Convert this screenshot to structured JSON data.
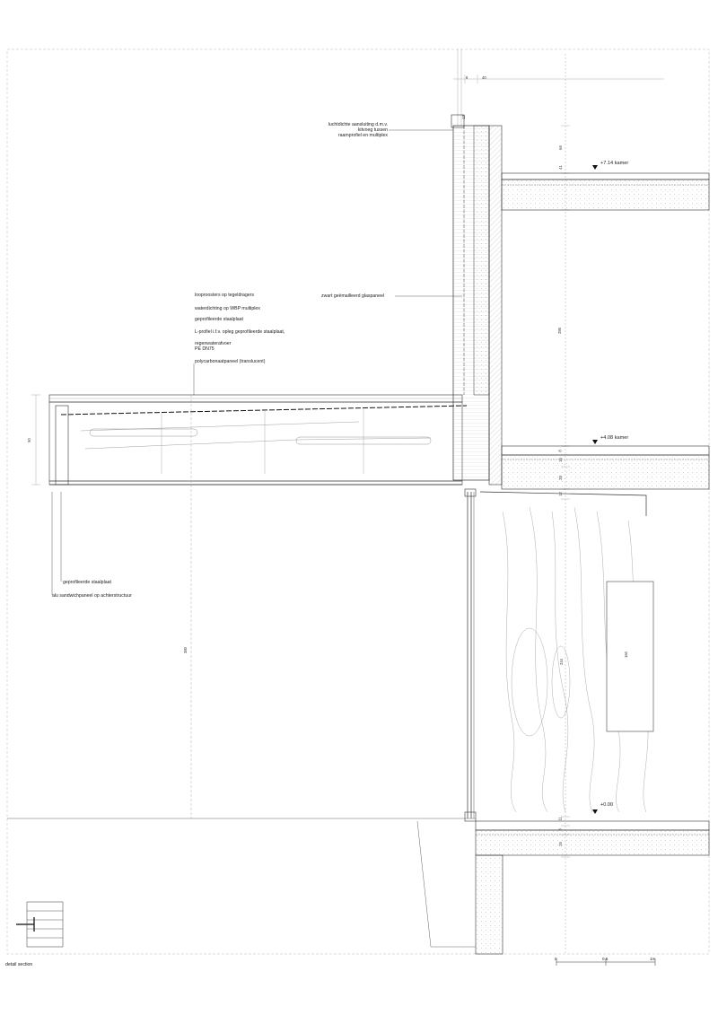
{
  "drawing": {
    "caption": "detail section",
    "annotations_left_stack": [
      "looproosters op tegeldragers",
      "waterdichting op WBP multiplex",
      "geprofileerde staalplaat",
      "L-profiel i.f.v. opleg geprofileerde staalplaat,",
      "regenwaterafvoer",
      "PE DN75",
      "polycarbonaatpaneel (translucent)"
    ],
    "annotation_top_right": [
      "luchtdichte aansluiting d.m.v.",
      "kitvoeg tussen",
      "raamprofiel en multiplex"
    ],
    "annotation_glass": "zwart geëmailleerd glaspaneel",
    "annotation_bottom_left": [
      "geprofileerde staalplaat",
      "alu sandwichpaneel op achterstructuur"
    ],
    "levels": [
      "+7.14 kamer",
      "+4.08 kamer",
      "+0.00"
    ],
    "dimensions": {
      "top_a": "6",
      "top_b": "40",
      "top_small": "12",
      "right_1": "66",
      "right_2": "41",
      "right_3": "286",
      "right_4": "8",
      "right_5": "16",
      "right_6": "28",
      "right_7": "12",
      "right_8": "20",
      "right_9": "11",
      "right_10": "8",
      "right_11": "26",
      "left_canopy": "50",
      "center_height": "380",
      "door_height": "244",
      "cabinet": "160"
    },
    "scale_bar": [
      "0",
      "0.5",
      "1m"
    ]
  }
}
